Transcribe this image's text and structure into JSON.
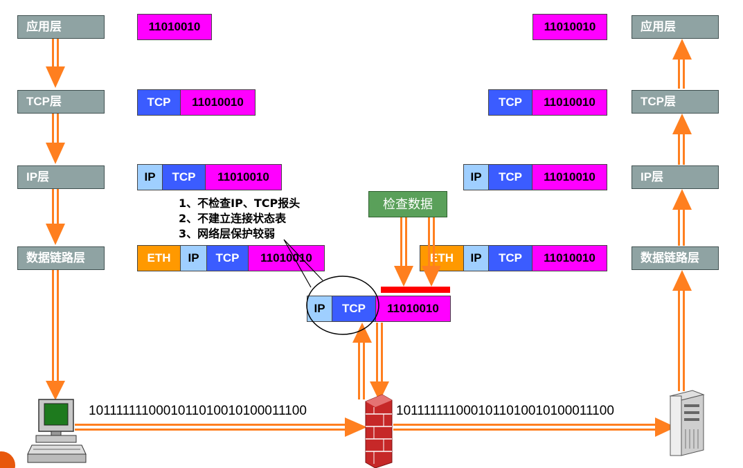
{
  "left_stack": {
    "app": "应用层",
    "tcp": "TCP层",
    "ip": "IP层",
    "link": "数据链路层"
  },
  "right_stack": {
    "app": "应用层",
    "tcp": "TCP层",
    "ip": "IP层",
    "link": "数据链路层"
  },
  "packets": {
    "data": "11010010",
    "tcp": "TCP",
    "ip": "IP",
    "eth": "ETH"
  },
  "notes": [
    "1、不检查IP、TCP报头",
    "2、不建立连接状态表",
    "3、网络层保护较弱"
  ],
  "check_label": "检查数据",
  "bits_left": "1011111110001011010010100011100",
  "bits_right": "1011111110001011010010100011100",
  "colors": {
    "data": "#ff00ff",
    "tcp": "#3b5cff",
    "ip": "#9fcfff",
    "eth": "#ff9900",
    "layer": "#8fa3a3",
    "arrow": "#ff7f1f",
    "check": "#5aa05a",
    "filter_bar": "#ff0000"
  }
}
